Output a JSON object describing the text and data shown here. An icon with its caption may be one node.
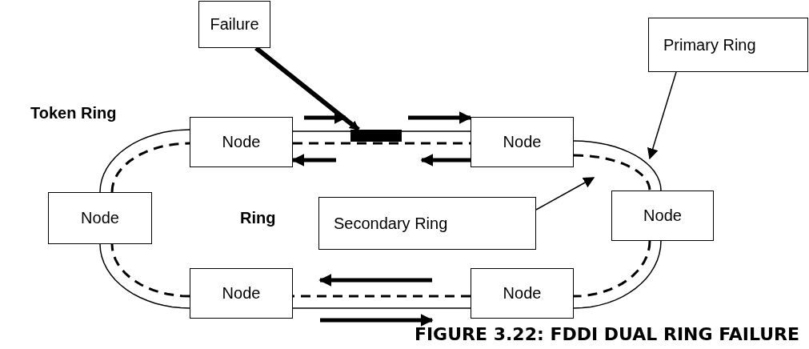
{
  "diagram": {
    "caption": "FIGURE 3.22: FDDI DUAL RING FAILURE",
    "nodes": [
      {
        "text": [
          "Failure"
        ]
      },
      {
        "text": [
          "Primary Ring"
        ]
      },
      {
        "text": [
          "Node"
        ]
      },
      {
        "text": [
          "Node"
        ]
      },
      {
        "text": [
          "Node"
        ]
      },
      {
        "text": [
          "Secondary Ring"
        ]
      },
      {
        "text": [
          "Node"
        ]
      },
      {
        "text": [
          "Node"
        ]
      },
      {
        "text": [
          "Node"
        ]
      },
      {
        "text": [],
        "shape": "bar"
      }
    ],
    "edges": [
      {
        "from": 0,
        "to": 9,
        "arrow": "to",
        "style": "thick"
      },
      {
        "from": 1,
        "to": null,
        "arrow": "to"
      },
      {
        "from": 5,
        "to": null,
        "arrow": "to"
      },
      {
        "from": 2,
        "to": 3,
        "arrow": "none"
      },
      {
        "from": 2,
        "to": 3,
        "arrow": "none",
        "style": "dashed"
      },
      {
        "from": 3,
        "to": 6,
        "arrow": "none"
      },
      {
        "from": 3,
        "to": 6,
        "arrow": "none",
        "style": "dashed"
      },
      {
        "from": 6,
        "to": 8,
        "arrow": "none"
      },
      {
        "from": 6,
        "to": 8,
        "arrow": "none",
        "style": "dashed"
      },
      {
        "from": 8,
        "to": 7,
        "arrow": "none"
      },
      {
        "from": 8,
        "to": 7,
        "arrow": "none",
        "style": "dashed"
      },
      {
        "from": 7,
        "to": 4,
        "arrow": "none"
      },
      {
        "from": 7,
        "to": 4,
        "arrow": "none",
        "style": "dashed"
      },
      {
        "from": 4,
        "to": 2,
        "arrow": "none"
      },
      {
        "from": 4,
        "to": 2,
        "arrow": "none",
        "style": "dashed"
      }
    ],
    "labels": [
      "Token Ring",
      "Ring"
    ]
  }
}
